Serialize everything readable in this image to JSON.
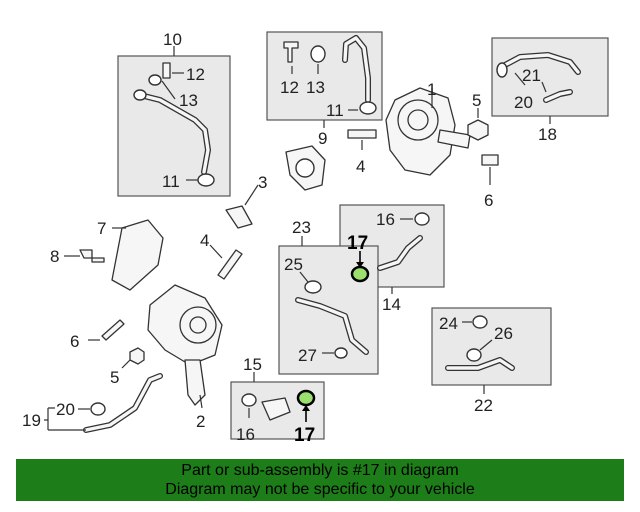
{
  "callouts": {
    "c1": "1",
    "c2": "2",
    "c3": "3",
    "c4a": "4",
    "c4b": "4",
    "c5a": "5",
    "c5b": "5",
    "c6a": "6",
    "c6b": "6",
    "c7": "7",
    "c8": "8",
    "c9": "9",
    "c10": "10",
    "c11a": "11",
    "c11b": "11",
    "c12a": "12",
    "c12b": "12",
    "c13a": "13",
    "c13b": "13",
    "c14": "14",
    "c15": "15",
    "c16a": "16",
    "c16b": "16",
    "c17a": "17",
    "c17b": "17",
    "c18": "18",
    "c19": "19",
    "c20a": "20",
    "c20b": "20",
    "c21": "21",
    "c22": "22",
    "c23": "23",
    "c24": "24",
    "c25": "25",
    "c26": "26",
    "c27": "27"
  },
  "banner": {
    "line1": "Part or sub-assembly is #17 in diagram",
    "line2": "Diagram may not be specific to your vehicle",
    "color": "#1d7d18"
  },
  "highlight": {
    "part": "17",
    "color": "#9be06f"
  }
}
